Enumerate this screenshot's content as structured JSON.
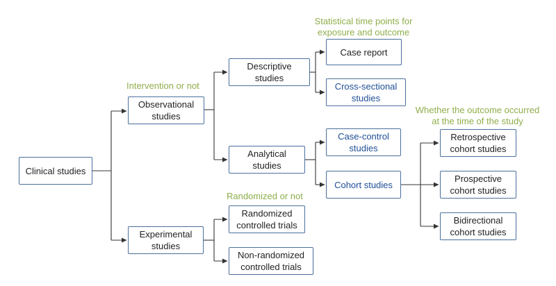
{
  "colors": {
    "node_border": "#4a6f9c",
    "highlight_text": "#1f4e96",
    "label_text": "#8fae4a",
    "connector": "#333333"
  },
  "nodes": {
    "clinical": [
      "Clinical studies"
    ],
    "observational": [
      "Observational",
      "studies"
    ],
    "experimental": [
      "Experimental",
      "studies"
    ],
    "descriptive": [
      "Descriptive",
      "studies"
    ],
    "analytical": [
      "Analytical",
      "studies"
    ],
    "case_report": [
      "Case report"
    ],
    "cross_sectional": [
      "Cross-sectional",
      "studies"
    ],
    "case_control": [
      "Case-control",
      "studies"
    ],
    "cohort": [
      "Cohort studies"
    ],
    "retrospective": [
      "Retrospective",
      "cohort studies"
    ],
    "prospective": [
      "Prospective",
      "cohort studies"
    ],
    "bidirectional": [
      "Bidirectional",
      "cohort studies"
    ],
    "randomized": [
      "Randomized",
      "controlled trials"
    ],
    "non_randomized": [
      "Non-randomized",
      "controlled trials"
    ]
  },
  "labels": {
    "intervention": [
      "Intervention or not"
    ],
    "timepoints": [
      "Statistical time points for",
      "exposure and outcome"
    ],
    "outcome": [
      "Whether the outcome occurred",
      "at the time of the study"
    ],
    "randomized": [
      "Randomized or not"
    ]
  }
}
